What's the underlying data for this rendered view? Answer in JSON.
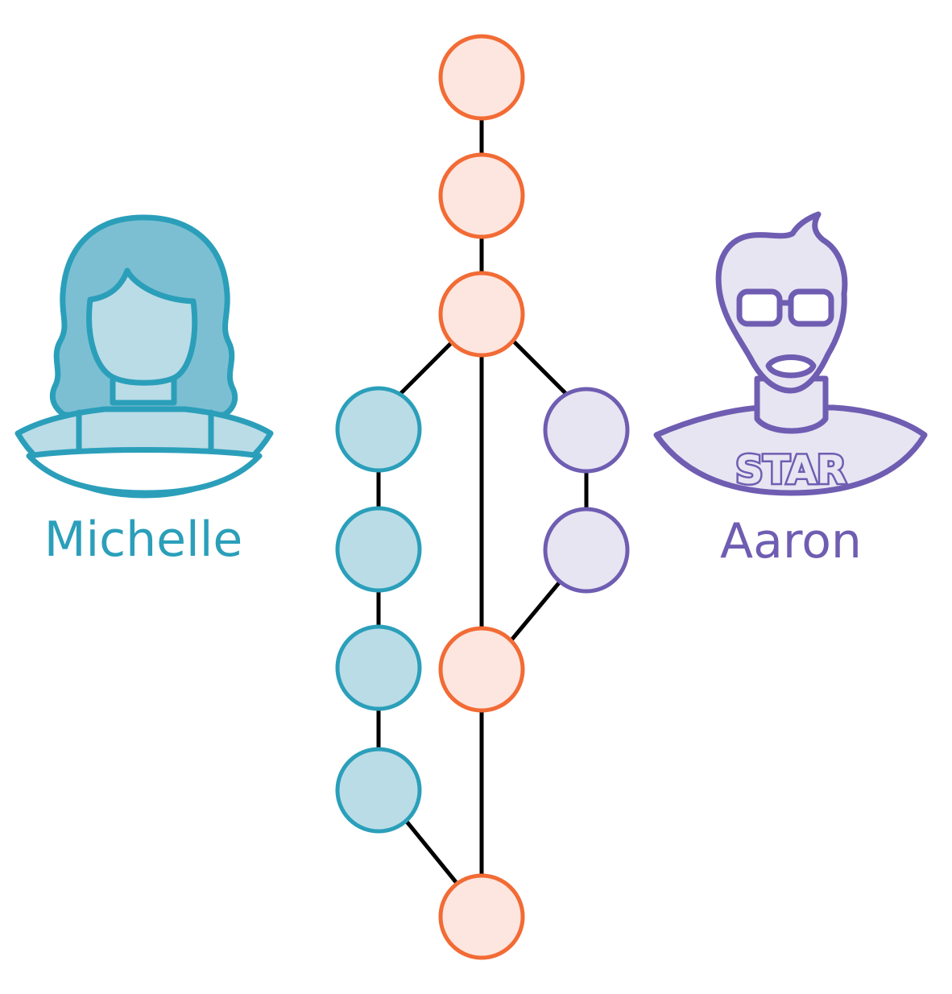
{
  "people": {
    "michelle": {
      "name": "Michelle"
    },
    "aaron": {
      "name": "Aaron",
      "shirt_text": "STAR"
    }
  },
  "colors": {
    "main_stroke": "#f26b35",
    "main_fill": "#fde6df",
    "michelle_stroke": "#2b9fba",
    "michelle_fill": "#badce7",
    "michelle_hair": "#7cbfd3",
    "aaron_stroke": "#6f5db2",
    "aaron_fill": "#e7e5f2",
    "edge": "#000000"
  },
  "graph": {
    "branches": [
      {
        "id": "main",
        "owner": "",
        "commit_count": 5
      },
      {
        "id": "michelle",
        "owner": "Michelle",
        "commit_count": 4
      },
      {
        "id": "aaron",
        "owner": "Aaron",
        "commit_count": 2
      }
    ]
  }
}
